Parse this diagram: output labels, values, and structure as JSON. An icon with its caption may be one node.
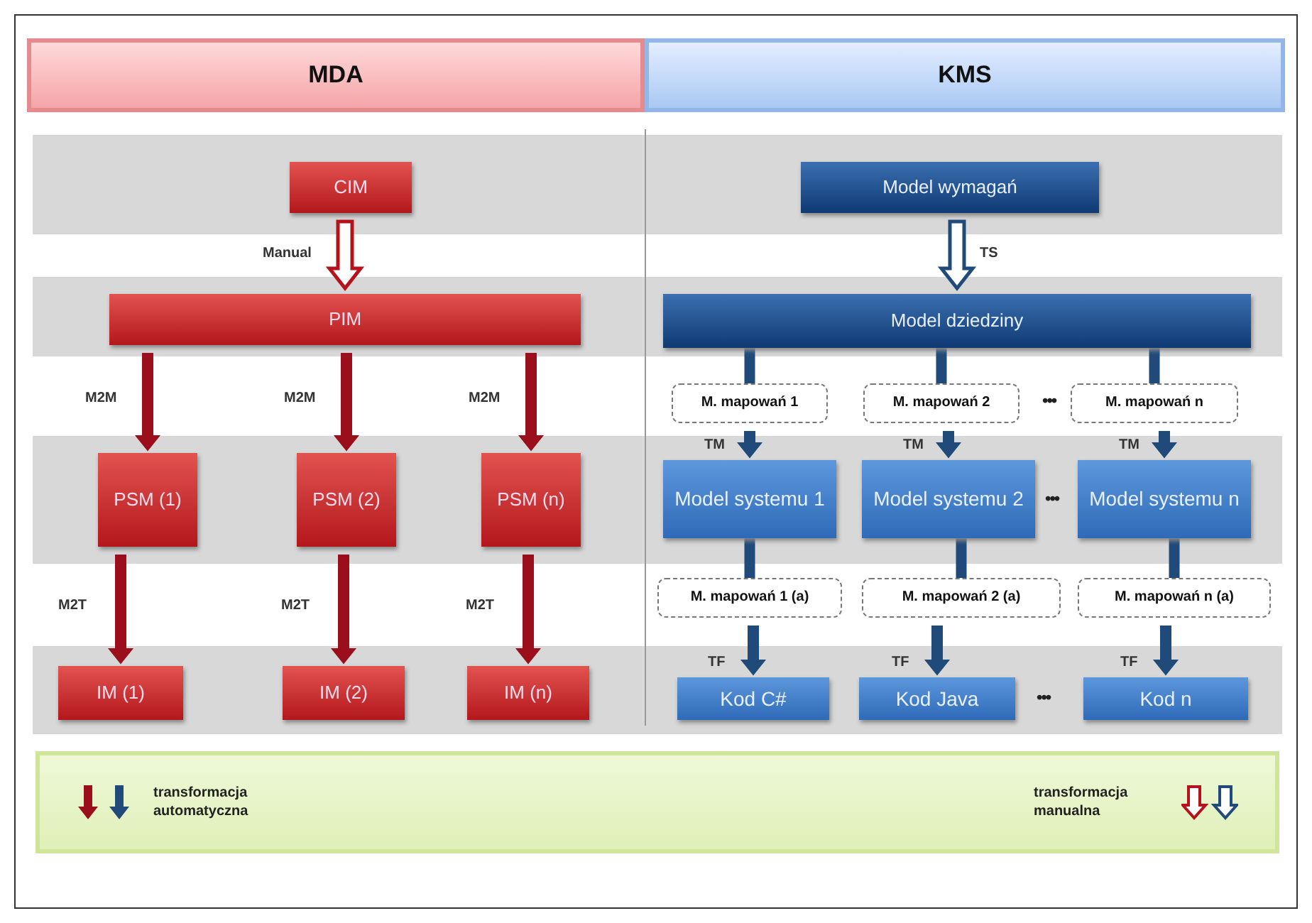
{
  "diagram": {
    "nodes": [
      {
        "text": [
          "CIM"
        ]
      },
      {
        "text": [
          "PIM"
        ]
      },
      {
        "text": [
          "PSM (1)"
        ]
      },
      {
        "text": [
          "PSM (2)"
        ]
      },
      {
        "text": [
          "PSM (n)"
        ]
      },
      {
        "text": [
          "IM (1)"
        ]
      },
      {
        "text": [
          "IM (2)"
        ]
      },
      {
        "text": [
          "IM (n)"
        ]
      },
      {
        "text": [
          "Model wymagań"
        ]
      },
      {
        "text": [
          "Model dziedziny"
        ]
      },
      {
        "text": [
          "M. mapowań 1"
        ]
      },
      {
        "text": [
          "M. mapowań 2"
        ]
      },
      {
        "text": [
          "M. mapowań n"
        ]
      },
      {
        "text": [
          "Model systemu 1"
        ]
      },
      {
        "text": [
          "Model systemu 2"
        ]
      },
      {
        "text": [
          "Model systemu n"
        ]
      },
      {
        "text": [
          "M. mapowań 1 (a)"
        ]
      },
      {
        "text": [
          "M. mapowań 2 (a)"
        ]
      },
      {
        "text": [
          "M. mapowań n (a)"
        ]
      },
      {
        "text": [
          "Kod C#"
        ]
      },
      {
        "text": [
          "Kod Java"
        ]
      },
      {
        "text": [
          "Kod n"
        ]
      }
    ],
    "edges": [
      {
        "from": 0,
        "to": 1,
        "arrow": "to",
        "label": "Manual",
        "style": "thick",
        "color": "#b5121b"
      },
      {
        "from": 1,
        "to": 2,
        "arrow": "to",
        "label": "M2M",
        "color": "#9b0f1c"
      },
      {
        "from": 1,
        "to": 3,
        "arrow": "to",
        "label": "M2M",
        "color": "#9b0f1c"
      },
      {
        "from": 1,
        "to": 4,
        "arrow": "to",
        "label": "M2M",
        "color": "#9b0f1c"
      },
      {
        "from": 2,
        "to": 5,
        "arrow": "to",
        "label": "M2T",
        "color": "#9b0f1c"
      },
      {
        "from": 3,
        "to": 6,
        "arrow": "to",
        "label": "M2T",
        "color": "#9b0f1c"
      },
      {
        "from": 4,
        "to": 7,
        "arrow": "to",
        "label": "M2T",
        "color": "#9b0f1c"
      },
      {
        "from": 8,
        "to": 9,
        "arrow": "to",
        "label": "TS",
        "style": "thick"
      },
      {
        "from": 9,
        "to": 10,
        "arrow": "none"
      },
      {
        "from": 9,
        "to": 11,
        "arrow": "none"
      },
      {
        "from": 9,
        "to": 12,
        "arrow": "none"
      },
      {
        "from": 10,
        "to": 13,
        "arrow": "to",
        "label": "TM"
      },
      {
        "from": 11,
        "to": 14,
        "arrow": "to",
        "label": "TM"
      },
      {
        "from": 12,
        "to": 15,
        "arrow": "to",
        "label": "TM"
      },
      {
        "from": 13,
        "to": 16,
        "arrow": "none"
      },
      {
        "from": 14,
        "to": 17,
        "arrow": "none"
      },
      {
        "from": 15,
        "to": 18,
        "arrow": "none"
      },
      {
        "from": 16,
        "to": 19,
        "arrow": "to",
        "label": "TF"
      },
      {
        "from": 17,
        "to": 20,
        "arrow": "to",
        "label": "TF"
      },
      {
        "from": 18,
        "to": 21,
        "arrow": "to",
        "label": "TF"
      }
    ],
    "labels": [
      "MDA",
      "KMS",
      "•••",
      "•••",
      "•••"
    ],
    "legend": [
      {
        "text": "transformacja automatyczna"
      },
      {
        "text": "transformacja manualna"
      }
    ]
  }
}
